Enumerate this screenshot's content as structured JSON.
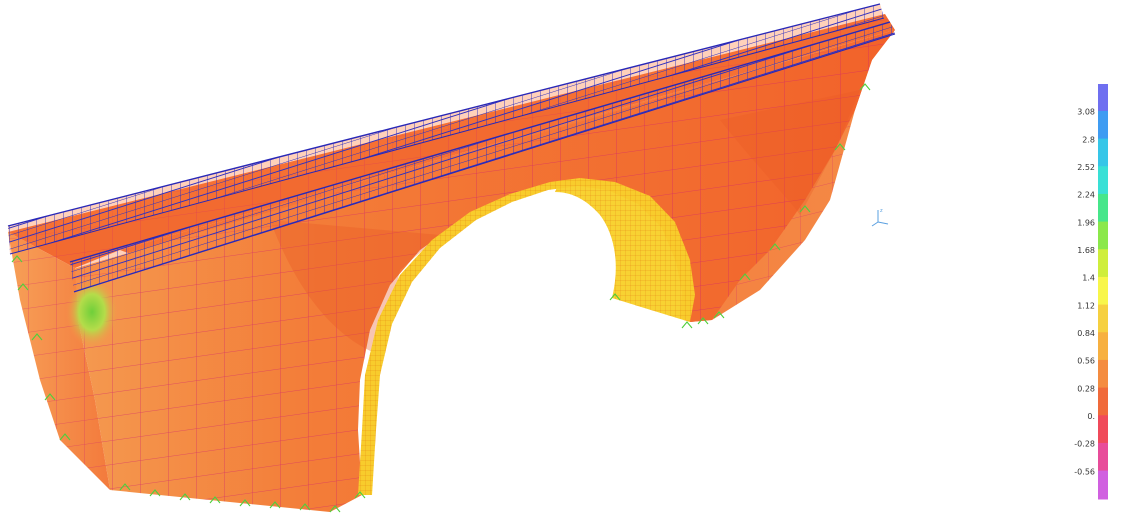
{
  "legend": {
    "ticks": [
      "3.08",
      "2.8",
      "2.52",
      "2.24",
      "1.96",
      "1.68",
      "1.4",
      "1.12",
      "0.84",
      "0.56",
      "0.28",
      "0.",
      "-0.28",
      "-0.56"
    ],
    "colors": [
      "#6f6ff0",
      "#3f9cf2",
      "#36c6e8",
      "#39e0d6",
      "#46e68a",
      "#8be84a",
      "#cfee3c",
      "#f8f64a",
      "#f6d040",
      "#f7b040",
      "#f48c40",
      "#f06a3a",
      "#f04a5a",
      "#e84c9a",
      "#d060e0"
    ]
  },
  "model": {
    "colors": {
      "surface_main": "#f06a2e",
      "surface_light": "#f49646",
      "intrados": "#f8d030",
      "mesh_line": "#d0207a",
      "railing": "#3838c8",
      "support": "#5ad24a",
      "stress_hot": "#7fcf3a"
    }
  },
  "axes_triad": {
    "label": "z"
  }
}
